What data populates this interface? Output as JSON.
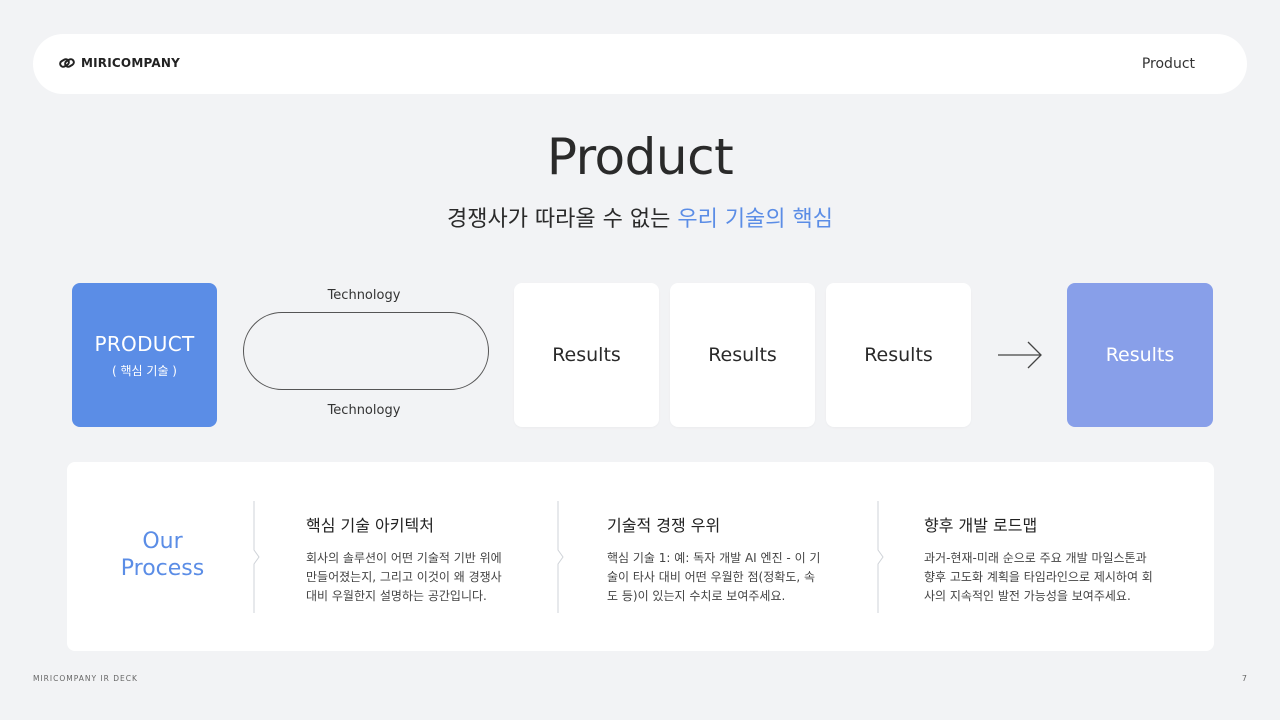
{
  "header": {
    "brand": "MIRICOMPANY",
    "logo_icon": "link-chain-icon",
    "nav_label": "Product"
  },
  "hero": {
    "title": "Product",
    "subtitle_plain": "경쟁사가 따라올 수 없는 ",
    "subtitle_accent": "우리 기술의 핵심"
  },
  "flow": {
    "product_name": "PRODUCT",
    "product_sub": "( 핵심 기술 )",
    "tech_top": "Technology",
    "tech_bottom": "Technology",
    "results": [
      "Results",
      "Results",
      "Results"
    ],
    "arrow_icon": "arrow-right-icon",
    "final_result": "Results"
  },
  "process": {
    "title_line1": "Our",
    "title_line2": "Process",
    "steps": [
      {
        "heading": "핵심 기술 아키텍처",
        "lines": [
          "회사의 솔루션이 어떤 기술적 기반 위에",
          "만들어졌는지, 그리고 이것이 왜 경쟁사",
          "대비 우월한지 설명하는 공간입니다."
        ]
      },
      {
        "heading": "기술적 경쟁 우위",
        "lines": [
          "핵심 기술 1: 예: 독자 개발 AI 엔진 - 이 기",
          "술이 타사 대비 어떤 우월한 점(정확도, 속",
          "도 등)이 있는지 수치로 보여주세요."
        ]
      },
      {
        "heading": "향후 개발 로드맵",
        "lines": [
          "과거-현재-미래 순으로 주요 개발 마일스톤과",
          "향후 고도화 계획을 타임라인으로 제시하여 회",
          "사의 지속적인 발전 가능성을 보여주세요."
        ]
      }
    ]
  },
  "footer": {
    "deck_name": "MIRICOMPANY IR DECK",
    "page_number": "7"
  },
  "colors": {
    "accent": "#5b8de6",
    "final_result_bg": "#889fe9",
    "page_bg": "#f2f3f5"
  }
}
